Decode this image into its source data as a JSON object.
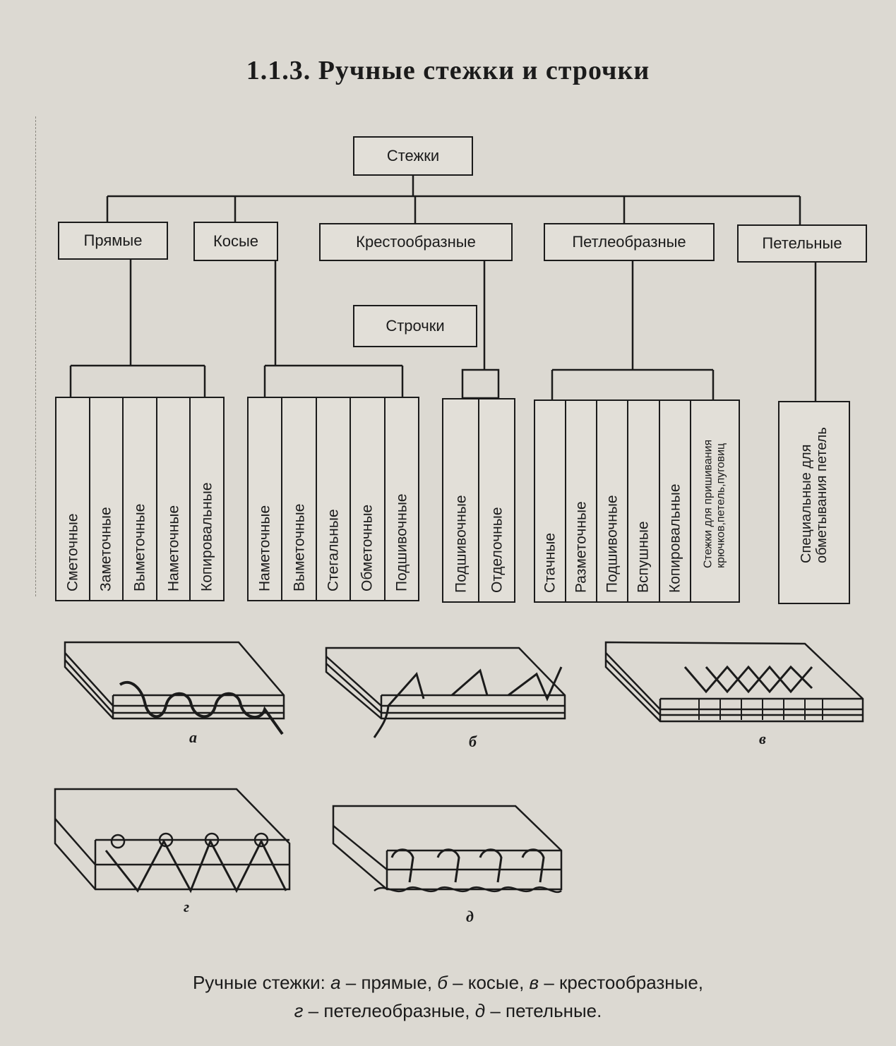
{
  "title": "1.1.3. Ручные стежки и строчки",
  "root": "Стежки",
  "middle": "Строчки",
  "groups": [
    {
      "label": "Прямые",
      "items": [
        "Сметочные",
        "Заметочные",
        "Выметочные",
        "Наметочные",
        "Копировальные"
      ]
    },
    {
      "label": "Косые",
      "items": [
        "Наметочные",
        "Выметочные",
        "Стегальные",
        "Обметочные",
        "Подшивочные"
      ]
    },
    {
      "label": "Крестообразные",
      "items": [
        "Подшивочные",
        "Отделочные"
      ]
    },
    {
      "label": "Петлеобразные",
      "items": [
        "Стачные",
        "Разметочные",
        "Подшивочные",
        "Вспушные",
        "Копировальные",
        "Стежки для пришивания крючков,петель,пуговиц"
      ]
    },
    {
      "label": "Петельные",
      "items": [
        "Специальные для обметывания петель"
      ]
    }
  ],
  "figure_letters": [
    "а",
    "б",
    "в",
    "г",
    "д"
  ],
  "caption": {
    "prefix": "Ручные стежки: ",
    "parts": [
      {
        "letter": "а",
        "text": " – прямые, "
      },
      {
        "letter": "б",
        "text": " – косые, "
      },
      {
        "letter": "в",
        "text": " – крестообразные,"
      },
      {
        "letter": "г",
        "text": " – петелеобразные, "
      },
      {
        "letter": "д",
        "text": " – петельные."
      }
    ]
  }
}
